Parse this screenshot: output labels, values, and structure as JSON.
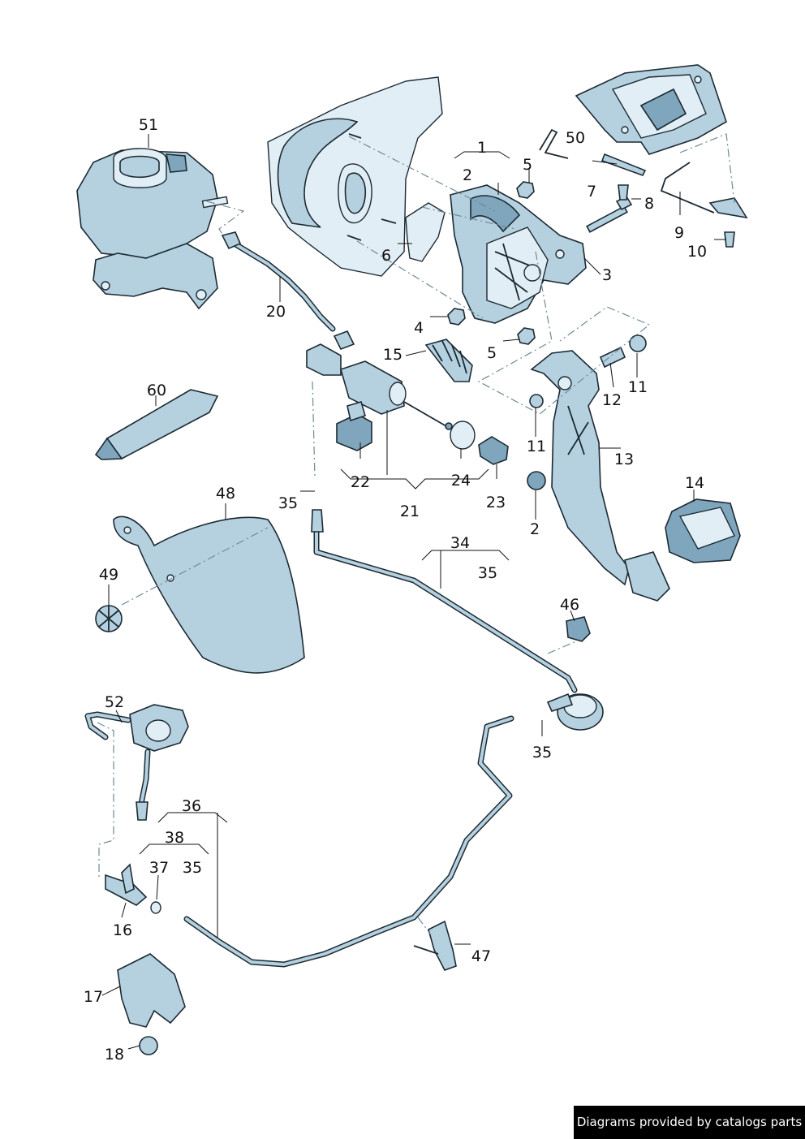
{
  "credit": "Diagrams provided by catalogs parts",
  "callouts": {
    "c1": "1",
    "c2a": "2",
    "c2b": "2",
    "c3": "3",
    "c4": "4",
    "c5a": "5",
    "c5b": "5",
    "c6": "6",
    "c7": "7",
    "c8": "8",
    "c9": "9",
    "c10": "10",
    "c11a": "11",
    "c11b": "11",
    "c12": "12",
    "c13": "13",
    "c14": "14",
    "c15": "15",
    "c16": "16",
    "c17": "17",
    "c18": "18",
    "c20": "20",
    "c21": "21",
    "c22": "22",
    "c23": "23",
    "c24": "24",
    "c34": "34",
    "c35a": "35",
    "c35b": "35",
    "c35c": "35",
    "c35d": "35",
    "c36": "36",
    "c37": "37",
    "c38": "38",
    "c46": "46",
    "c47": "47",
    "c48": "48",
    "c49": "49",
    "c50": "50",
    "c51": "51",
    "c52": "52",
    "c60": "60"
  },
  "colors": {
    "part_fill": "#b5d1e0",
    "part_dark": "#7fa6bd",
    "outline": "#1c2a33",
    "dash_line": "#6f8a99",
    "credit_bg": "#000000",
    "credit_text": "#ffffff"
  }
}
